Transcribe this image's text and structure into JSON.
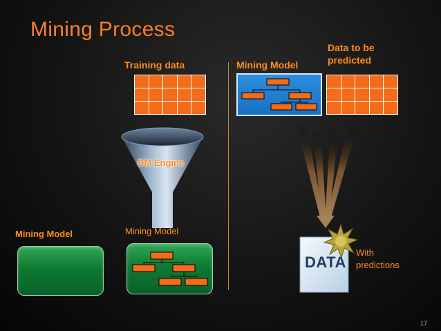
{
  "slide": {
    "title": "Mining Process",
    "training_data_label": "Training data",
    "mining_model_label_top": "Mining Model",
    "data_to_be_predicted_label": "Data to be\npredicted",
    "dm_engine_label": "DM Engine",
    "mining_model_label_bottom_left": "Mining Model",
    "mining_model_label_bottom_center": "Mining Model",
    "data_doc_text": "DATA",
    "with_predictions_label": "With\npredictions",
    "slide_number": "17"
  },
  "colors": {
    "accent_orange": "#ff7f27",
    "table_orange": "#f26c1a",
    "model_blue": "#1f7fd6",
    "model_green": "#0f7a33"
  }
}
